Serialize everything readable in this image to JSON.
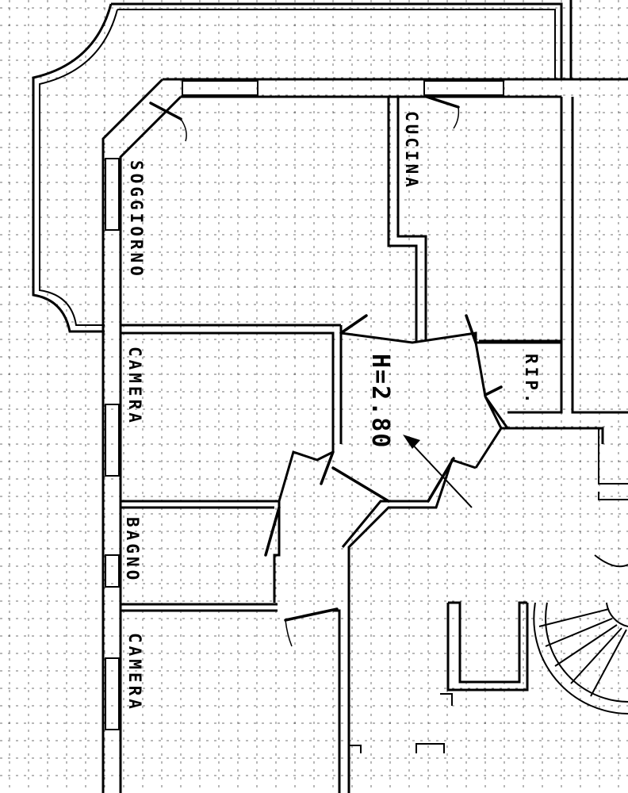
{
  "rooms": {
    "soggiorno": "SOGGIORNO",
    "cucina": "CUCINA",
    "camera_1": "CAMERA",
    "rip": "RIP.",
    "bagno": "BAGNO",
    "camera_2": "CAMERA"
  },
  "ceiling_height": "H=2.80",
  "icons": {
    "entry_arrow": "arrow-icon",
    "stair": "spiral-stair-icon"
  }
}
